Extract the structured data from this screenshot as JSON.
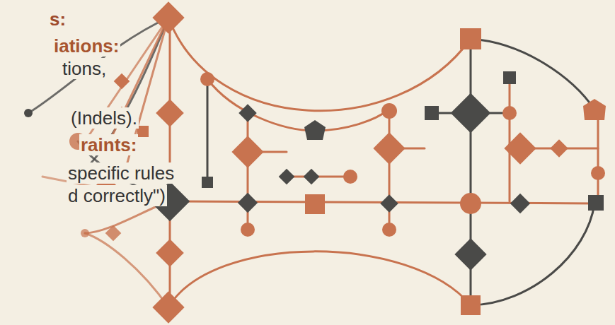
{
  "diagram": {
    "labels": [
      "s:",
      "iations:",
      "tions,",
      "(Indels).",
      "raints:",
      "specific rules",
      "d correctly\")"
    ]
  }
}
